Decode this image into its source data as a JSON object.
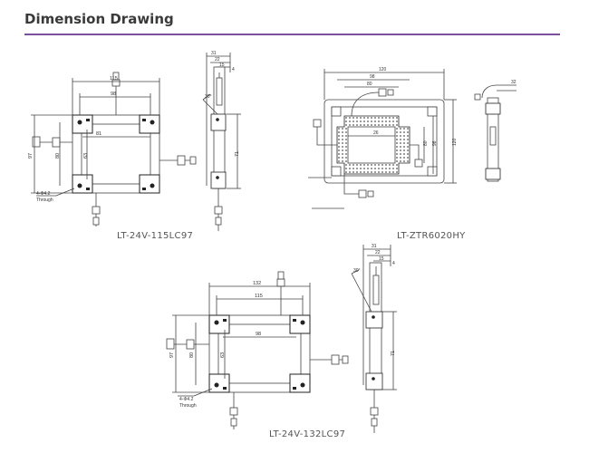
{
  "heading": "Dimension Drawing",
  "colors": {
    "accent": "#7b4f9e",
    "line": "#444444",
    "dark": "#222222",
    "hatch": "#555555"
  },
  "drawing1": {
    "caption": "LT-24V-115LC97",
    "dims": {
      "outer_w": "115",
      "inner_w": "98",
      "inner_w2": "81",
      "outer_h": "97",
      "inner_h": "80",
      "inner_h2": "63"
    },
    "hole_note_1": "4-Φ4.2",
    "hole_note_2": "Through"
  },
  "drawing2": {
    "dims": {
      "d1": "31",
      "d2": "22",
      "d3": "15",
      "d4": "4",
      "angle": "30°",
      "h": "71"
    }
  },
  "drawing3": {
    "caption": "LT-ZTR6020HY",
    "dims": {
      "outer_w": "120",
      "mid_w": "98",
      "inner_w": "80",
      "inner_h": "26",
      "h1": "80",
      "h2": "98",
      "h3": "120",
      "side": "32"
    }
  },
  "drawing4": {
    "caption": "LT-24V-132LC97",
    "dims": {
      "outer_w": "132",
      "inner_w": "115",
      "inner_w2": "98",
      "outer_h": "97",
      "inner_h": "80",
      "inner_h2": "63"
    },
    "hole_note_1": "4-Φ4.2",
    "hole_note_2": "Through"
  },
  "drawing5": {
    "dims": {
      "d1": "31",
      "d2": "22",
      "d3": "15",
      "d4": "4",
      "angle": "30°",
      "h": "71"
    }
  }
}
